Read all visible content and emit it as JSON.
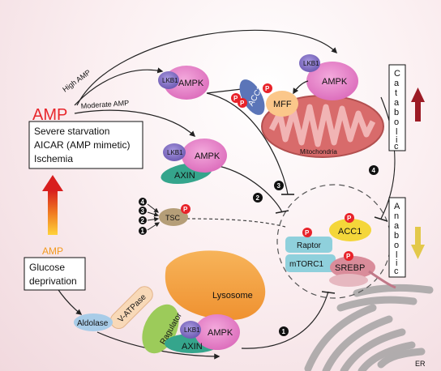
{
  "labels": {
    "amp_main": "AMP",
    "amp_secondary": "AMP",
    "high_amp": "High AMP",
    "moderate_amp": "Moderate AMP",
    "stress_box": [
      "Severe starvation",
      "AICAR (AMP mimetic)",
      "Ischemia"
    ],
    "glucose_box": [
      "Glucose",
      "deprivation"
    ],
    "lkb1": "LKB1",
    "ampk": "AMPK",
    "axin": "AXIN",
    "mff": "MFF",
    "acc2": "ACC2",
    "acc1": "ACC1",
    "mitochondria": "Mitochondria",
    "tsc": "TSC",
    "raptor": "Raptor",
    "mtorc1": "mTORC1",
    "srebp": "SREBP",
    "lysosome": "Lysosome",
    "v_atpase": "V-ATPase",
    "ragulator": "Ragulator",
    "aldolase": "Aldolase",
    "er": "ER",
    "catabolic_letters": [
      "C",
      "a",
      "t",
      "a",
      "b",
      "o",
      "l",
      "i",
      "c"
    ],
    "anabolic_letters": [
      "A",
      "n",
      "a",
      "b",
      "o",
      "l",
      "i",
      "c"
    ],
    "phospho": "P",
    "step1": "1",
    "step2": "2",
    "step3": "3",
    "step4": "4"
  },
  "colors": {
    "ampk": "#e27fc4",
    "lkb1": "#8a78c6",
    "axin": "#35a58c",
    "phospho": "#e8232a",
    "acc2": "#5b75b8",
    "mitochondria": "#d86b6b",
    "lysosome": "#f2a447",
    "acc1": "#f4d63a",
    "raptor": "#8fd0dc",
    "srebp": "#d98c9a",
    "aldolase": "#a8cce8",
    "ragulator": "#9ccb5a",
    "catabolic_arrow": "#9c1b25",
    "anabolic_arrow": "#e3c84a",
    "amp_red": "#e8262b",
    "amp_orange": "#f39a1e"
  }
}
